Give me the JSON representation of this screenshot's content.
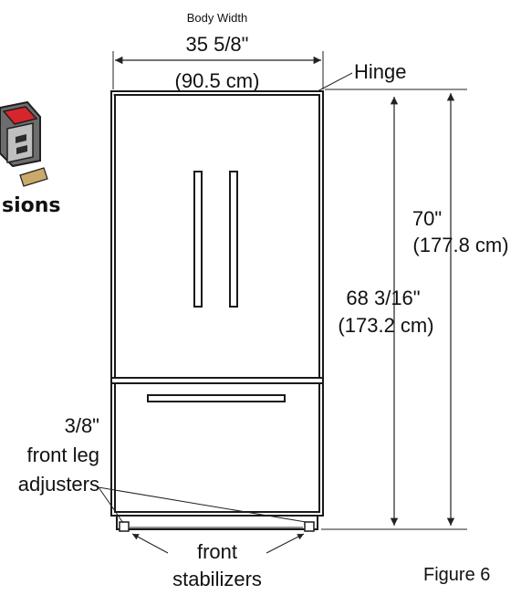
{
  "labels": {
    "body_width_title": "Body Width",
    "width_in": "35 5/8\"",
    "width_cm": "(90.5 cm)",
    "hinge": "Hinge",
    "height_total_in": "70\"",
    "height_total_cm": "(177.8 cm)",
    "height_body_in": "68 3/16\"",
    "height_body_cm": "(173.2 cm)",
    "leg_line1": "3/8\"",
    "leg_line2": "front leg",
    "leg_line3": "adjusters",
    "stab_line1": "front",
    "stab_line2": "stabilizers",
    "figure": "Figure 6",
    "logo_partial": "sions"
  },
  "logo": {
    "icon": "dimensions-appliance-icon",
    "accent_color": "#d7262b"
  }
}
